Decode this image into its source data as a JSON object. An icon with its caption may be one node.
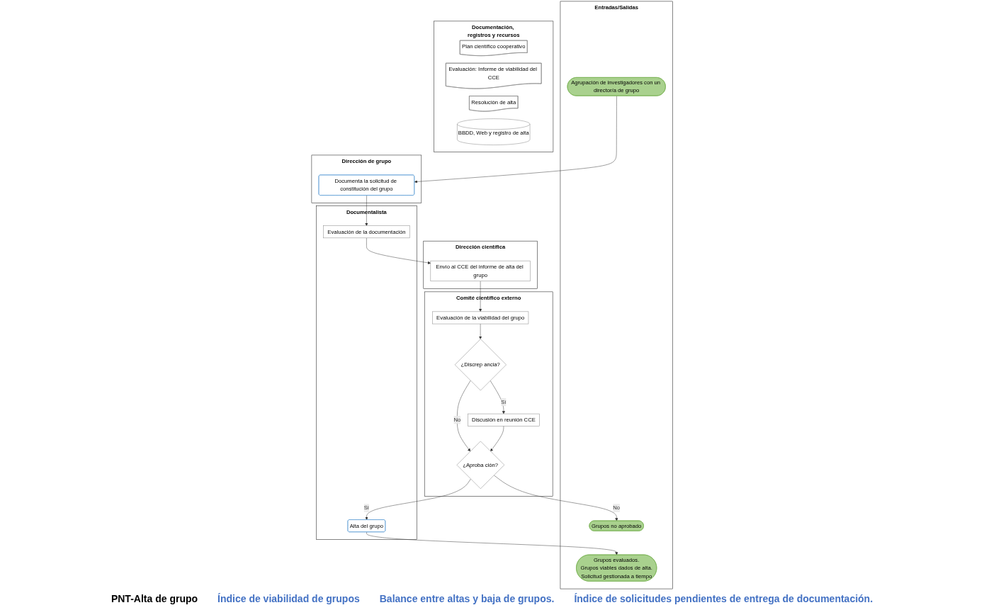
{
  "diagram": {
    "nodes": [
      {
        "text": [
          "Entradas/Salidas"
        ]
      },
      {
        "text": [
          "Agrupación de investigadores con un director/a de grupo"
        ],
        "in": 0
      },
      {
        "text": [
          "Grupos no aprobado"
        ],
        "in": 0
      },
      {
        "text": [
          "Grupos evaluados.",
          "Grupos viables dados de alta.",
          "Solicitud gestionada a tiempo"
        ],
        "in": 0
      },
      {
        "text": [
          "Dirección de grupo"
        ]
      },
      {
        "text": [
          "Documenta la solicitud de constitución del grupo"
        ],
        "in": 4
      },
      {
        "text": [
          "Dirección científica"
        ]
      },
      {
        "text": [
          "Envío al CCE del informe de alta del grupo"
        ],
        "in": 6
      },
      {
        "text": [
          "Comité científico externo"
        ]
      },
      {
        "text": [
          "Evaluación de la viabilidad del grupo"
        ],
        "in": 8
      },
      {
        "text": [
          "¿Discrep ancia?"
        ],
        "in": 8
      },
      {
        "text": [
          "Discusión en reunión CCE"
        ],
        "in": 8
      },
      {
        "text": [
          "¿Aproba ción?"
        ],
        "in": 8
      },
      {
        "text": [
          "Documentalista"
        ]
      },
      {
        "text": [
          "Evaluación de la documentación"
        ],
        "in": 13
      },
      {
        "text": [
          "Alta del grupo"
        ],
        "in": 13
      },
      {
        "text": [
          "Documentación, registros y recursos"
        ]
      },
      {
        "text": [
          "Plan científico cooperativo"
        ],
        "in": 16
      },
      {
        "text": [
          "Evaluación: Informe de viabilidad del CCE"
        ],
        "in": 16
      },
      {
        "text": [
          "Resolución de alta"
        ],
        "in": 16
      },
      {
        "text": [
          "BBDD, Web y registro de alta"
        ],
        "in": 16
      }
    ],
    "edges": [
      {
        "from": 1,
        "to": 5,
        "arrow": "to"
      },
      {
        "from": 5,
        "to": 14,
        "arrow": "to"
      },
      {
        "from": 14,
        "to": 7,
        "arrow": "to"
      },
      {
        "from": 7,
        "to": 9,
        "arrow": "to"
      },
      {
        "from": 9,
        "to": 10,
        "arrow": "to"
      },
      {
        "from": 10,
        "to": 11,
        "arrow": "to",
        "label": "Sí"
      },
      {
        "from": 10,
        "to": 12,
        "arrow": "to",
        "label": "No"
      },
      {
        "from": 11,
        "to": 12,
        "arrow": "to"
      },
      {
        "from": 12,
        "to": 2,
        "arrow": "to",
        "label": "No"
      },
      {
        "from": 12,
        "to": 15,
        "arrow": "to",
        "label": "Sí"
      },
      {
        "from": 15,
        "to": 3,
        "arrow": "to"
      }
    ],
    "labels": [
      "PNT-Alta de grupo",
      "Índice de viabilidad de grupos",
      "Balance entre altas y baja de grupos.",
      "Índice de solicitudes pendientes de entrega de documentación."
    ]
  }
}
